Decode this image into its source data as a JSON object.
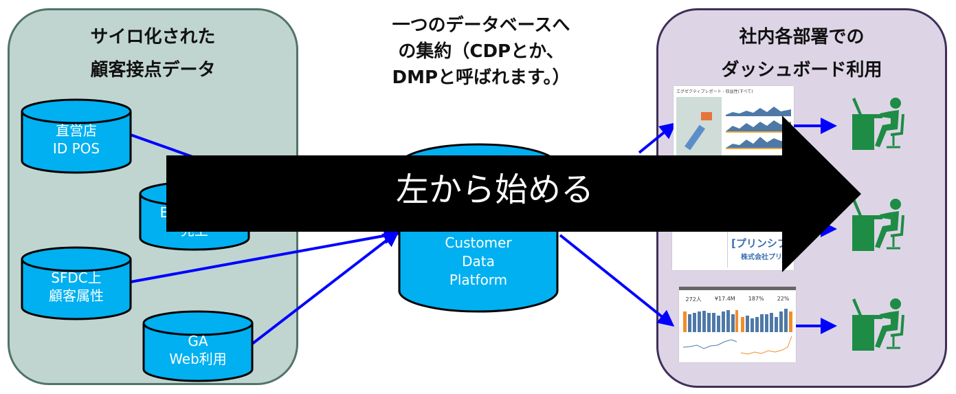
{
  "left_panel": {
    "title_line1": "サイロ化された",
    "title_line2": "顧客接点データ",
    "sources": [
      {
        "line1": "直営店",
        "line2": "ID POS"
      },
      {
        "line1": "E",
        "line2": "売上"
      },
      {
        "line1": "SFDC上",
        "line2": "顧客属性"
      },
      {
        "line1": "GA",
        "line2": "Web利用"
      }
    ]
  },
  "center": {
    "title_line1": "一つのデータベースへ",
    "title_line2": "の集約（CDPとか、",
    "title_line3": "DMPと呼ばれます。）",
    "cdp_line1": "Customer",
    "cdp_line2": "Data",
    "cdp_line3": "Platform"
  },
  "overlay_arrow": {
    "label": "左から始める"
  },
  "right_panel": {
    "title_line1": "社内各部署での",
    "title_line2": "ダッシュボード利用",
    "dashboards": [
      {
        "title": "エグゼクティブレポート - 収益性(すべて)"
      },
      {
        "title": "[プリンシプル]",
        "subtitle": "株式会社プリンシプル"
      },
      {
        "kpis": [
          "272人",
          "¥17.4M",
          "187%",
          "22%"
        ]
      }
    ],
    "user_icon": "person-at-desk-icon"
  },
  "colors": {
    "cylinder": "#00b0f0",
    "connector": "#0000ff",
    "user_icon": "#1e8c45",
    "left_panel_bg": "#c0d5cf",
    "right_panel_bg": "#ddd5e6",
    "overlay_arrow": "#000000"
  }
}
